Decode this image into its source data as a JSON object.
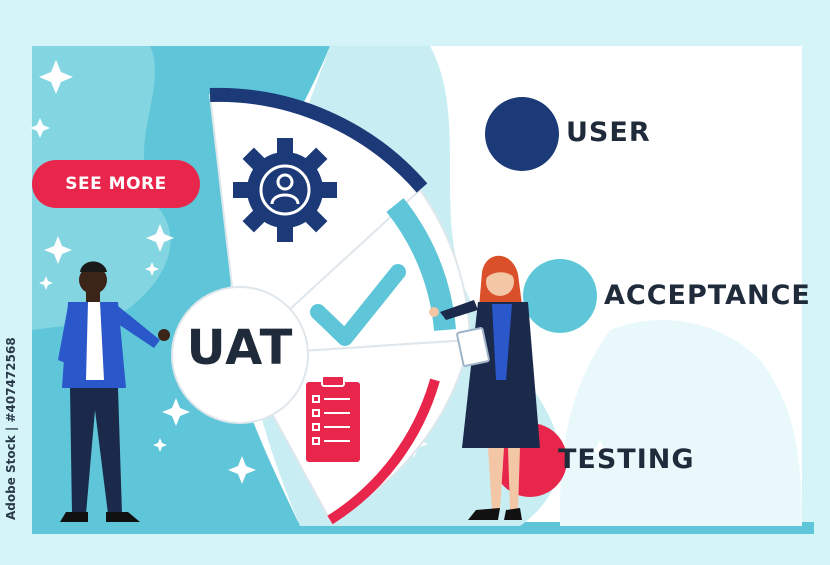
{
  "buttons": {
    "see_more": "SEE MORE"
  },
  "acronym": {
    "center_label": "UAT",
    "words": [
      "USER",
      "ACCEPTANCE",
      "TESTING"
    ]
  },
  "watermark": {
    "text": "Adobe Stock | #407472568"
  },
  "icons": [
    "gear-user-icon",
    "checkmark-icon",
    "clipboard-checklist-icon"
  ],
  "colors": {
    "background": "#d4f4f8",
    "cyan": "#5ec6d8",
    "navy": "#1d3a78",
    "red": "#e8264b",
    "dark_text": "#1f2a3a"
  }
}
